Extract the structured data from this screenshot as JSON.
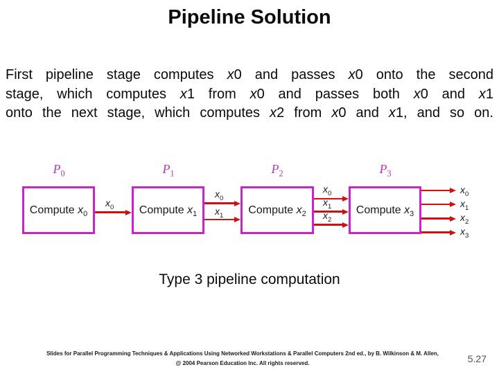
{
  "slide_title": "Pipeline Solution",
  "body": {
    "lines": [
      "First pipeline stage computes *x*0 and passes *x*0 onto the second",
      "stage, which computes *x*1 from *x*0 and passes both *x*0 and *x*1",
      "onto the next stage, which computes *x*2 from *x*0 and *x*1, and so on."
    ]
  },
  "diagram": {
    "processors": [
      {
        "name": "*P*~0~",
        "label": "Compute *x*~0~"
      },
      {
        "name": "*P*~1~",
        "label": "Compute *x*~1~"
      },
      {
        "name": "*P*~2~",
        "label": "Compute *x*~2~"
      },
      {
        "name": "*P*~3~",
        "label": "Compute *x*~3~"
      }
    ],
    "links": [
      {
        "labels": [
          "*x*~0~"
        ]
      },
      {
        "labels": [
          "*x*~0~",
          "*x*~1~"
        ]
      },
      {
        "labels": [
          "*x*~0~",
          "*x*~1~",
          "*x*~2~"
        ]
      },
      {
        "labels": [
          "*x*~0~",
          "*x*~1~",
          "*x*~2~",
          "*x*~3~"
        ]
      }
    ],
    "caption": "Type 3 pipeline computation",
    "colors": {
      "box_border": "#cc22cc",
      "arrow": "#cc1111",
      "processor_label": "#bb33bb"
    }
  },
  "footer": {
    "line1": "Slides for Parallel Programming Techniques & Applications Using Networked Workstations & Parallel Computers 2nd ed., by B. Wilkinson & M. Allen,",
    "line2": "@ 2004 Pearson Education Inc. All rights reserved.",
    "page_number": "5.27",
    "page_number_color": "#44546a"
  }
}
